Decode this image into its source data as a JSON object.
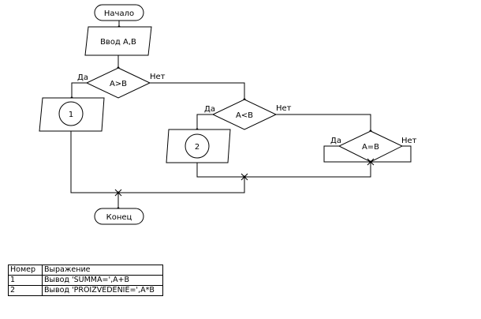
{
  "flowchart": {
    "start_label": "Начало",
    "input_label": "Ввод A,B",
    "cond1": {
      "label": "A>B",
      "yes": "Да",
      "no": "Нет"
    },
    "block1_label": "1",
    "cond2": {
      "label": "A<B",
      "yes": "Да",
      "no": "Нет"
    },
    "block2_label": "2",
    "cond3": {
      "label": "A=B",
      "yes": "Да",
      "no": "Нет"
    },
    "end_label": "Конец"
  },
  "legend_table": {
    "headers": [
      "Номер",
      "Выражение"
    ],
    "rows": [
      {
        "num": "1",
        "expr": "Вывод 'SUMMA=',A+B"
      },
      {
        "num": "2",
        "expr": "Вывод 'PROIZVEDENIE=',A*B"
      }
    ]
  }
}
